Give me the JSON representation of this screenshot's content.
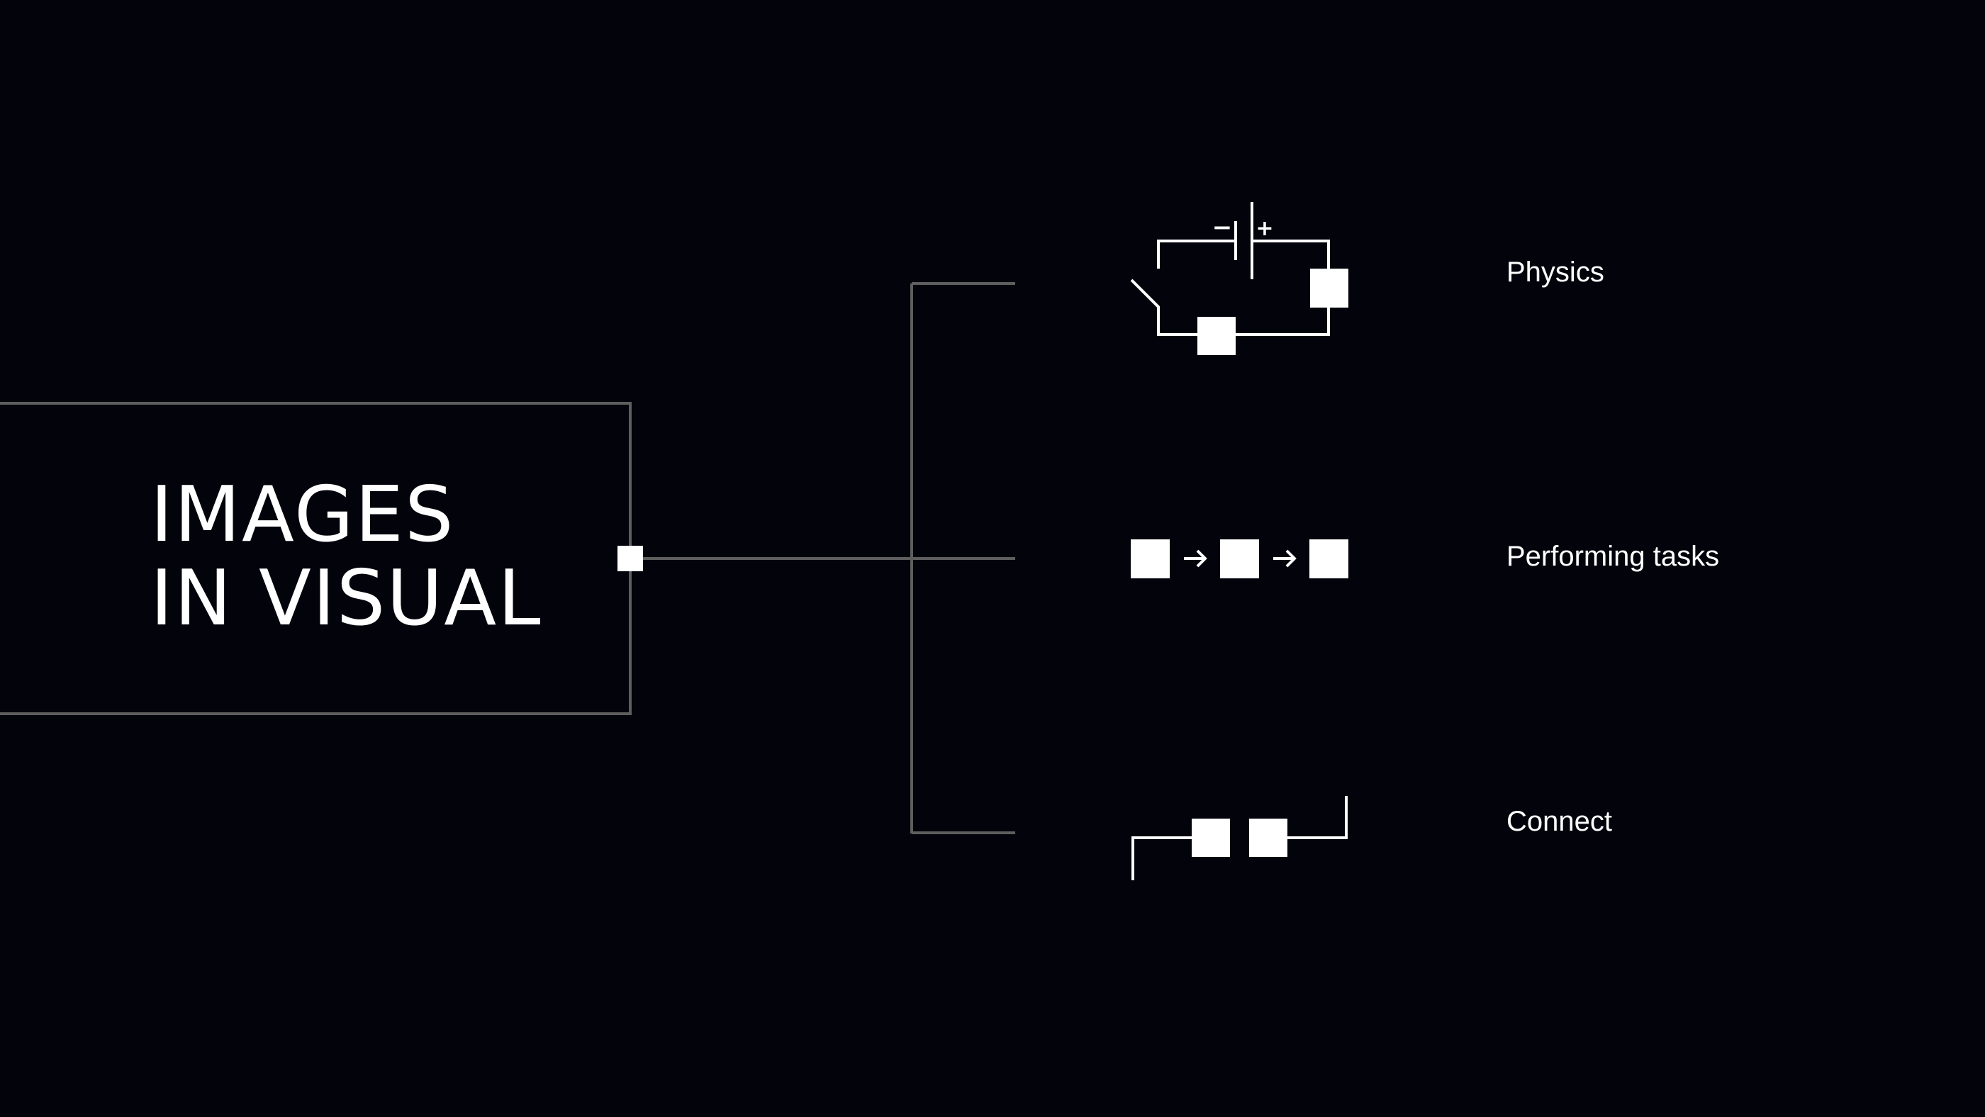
{
  "title": {
    "line1": "IMAGES",
    "line2": "IN VISUAL"
  },
  "branches": [
    {
      "label": "Physics",
      "icon": "circuit-icon"
    },
    {
      "label": "Performing tasks",
      "icon": "task-flow-icon"
    },
    {
      "label": "Connect",
      "icon": "connect-icon"
    }
  ],
  "battery": {
    "minus": "−",
    "plus": "+"
  },
  "colors": {
    "background": "#03030c",
    "line": "#5e5e5e",
    "foreground": "#ffffff"
  }
}
